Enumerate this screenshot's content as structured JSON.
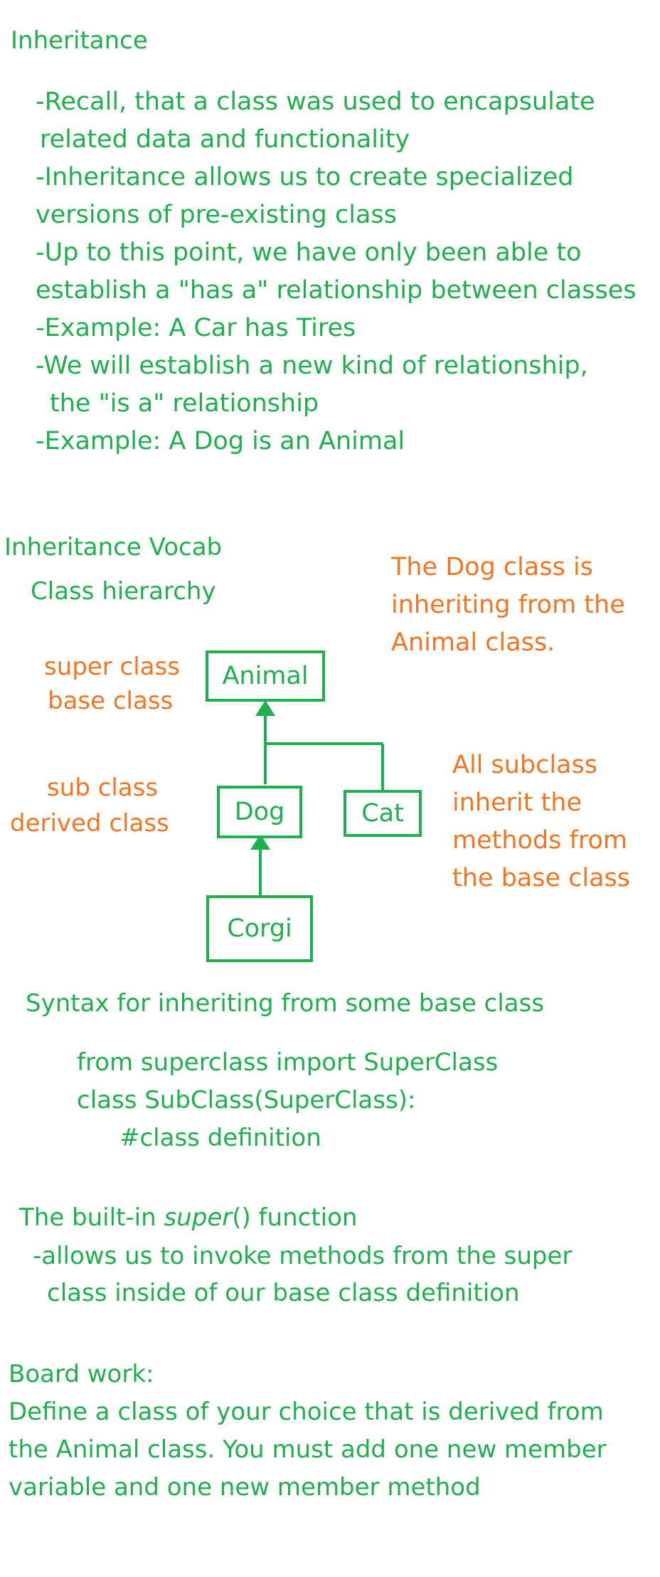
{
  "section1": {
    "title": "Inheritance",
    "lines": [
      "-Recall, that a class was used to encapsulate",
      "related data and functionality",
      "-Inheritance allows us to create specialized",
      "versions of pre-existing class",
      "-Up to this point, we have only been able to",
      "establish a \"has a\" relationship between classes",
      "-Example:  A Car has Tires",
      "-We will establish a new kind of relationship,",
      "the \"is a\" relationship",
      "-Example:  A Dog is an Animal"
    ]
  },
  "section2": {
    "title": "Inheritance Vocab",
    "subtitle": "Class hierarchy",
    "note_top": [
      "The Dog class is",
      "inheriting from the",
      "Animal class."
    ],
    "super_labels": [
      "super class",
      "base class"
    ],
    "sub_labels": [
      "sub class",
      "derived class"
    ],
    "note_right": [
      "All subclass",
      "inherit the",
      "methods from",
      "the base class"
    ],
    "boxes": {
      "animal": "Animal",
      "dog": "Dog",
      "cat": "Cat",
      "corgi": "Corgi"
    }
  },
  "section3": {
    "title": "Syntax for inheriting from some base class",
    "code": [
      "from superclass import SuperClass",
      "class SubClass(SuperClass):",
      "#class definition"
    ]
  },
  "section4": {
    "title_prefix": "The built-in ",
    "title_italic": "super",
    "title_suffix": "() function",
    "lines": [
      "-allows us to invoke methods from the super",
      "class inside of our base class definition"
    ]
  },
  "section5": {
    "title": "Board work:",
    "lines": [
      "Define a class of your choice that is derived from",
      "the Animal class. You must add one new member",
      "variable and one new member method"
    ]
  },
  "colors": {
    "green": "#1fb04d",
    "orange": "#f47421"
  }
}
